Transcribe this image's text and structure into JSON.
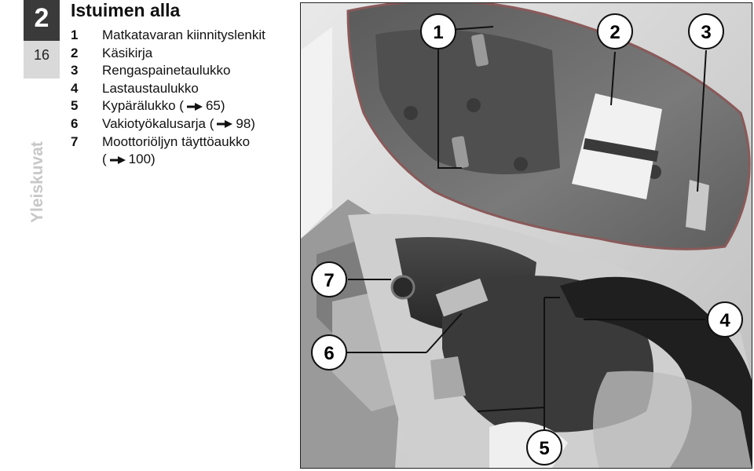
{
  "chapter": {
    "number": "2",
    "page": "16",
    "section": "Yleiskuvat"
  },
  "title": "Istuimen alla",
  "legend": [
    {
      "n": "1",
      "text": "Matkatavaran kiinnityslenkit"
    },
    {
      "n": "2",
      "text": "Käsikirja"
    },
    {
      "n": "3",
      "text": "Rengaspainetaulukko"
    },
    {
      "n": "4",
      "text": "Lastaustaulukko"
    },
    {
      "n": "5",
      "text": "Kypärälukko (",
      "ref": "65)"
    },
    {
      "n": "6",
      "text": "Vakiotyökalusarja (",
      "ref": "98)"
    },
    {
      "n": "7",
      "text": "Moottoriöljyn täyttöaukko"
    },
    {
      "n": "",
      "text": "(",
      "ref": "100)"
    }
  ],
  "callouts": [
    "1",
    "2",
    "3",
    "4",
    "5",
    "6",
    "7"
  ],
  "colors": {
    "tab_dark": "#3a3a3a",
    "tab_light": "#d9d9d9",
    "seat": "#6e6e6e",
    "rim": "#8a5a5a"
  }
}
